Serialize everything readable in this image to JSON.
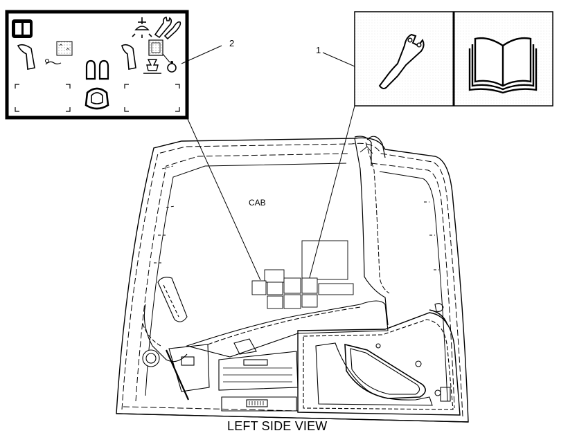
{
  "callouts": [
    {
      "id": "1",
      "label": "1"
    },
    {
      "id": "2",
      "label": "2"
    }
  ],
  "cab_label": "CAB",
  "view_title": "LEFT SIDE VIEW",
  "panel_1": {
    "icons": [
      "wrench-icon",
      "operator-manual-icon"
    ]
  },
  "panel_2": {
    "icons": [
      "manual-icon",
      "light-icon",
      "wrench-icon",
      "screwdriver-icon",
      "joystick-left-icon",
      "control-pattern-icon",
      "travel-pedals-icon",
      "joystick-right-icon",
      "control-pattern-icon",
      "seat-icon"
    ]
  },
  "colors": {
    "line": "#000000",
    "background": "#ffffff",
    "dashed": "#222222"
  }
}
